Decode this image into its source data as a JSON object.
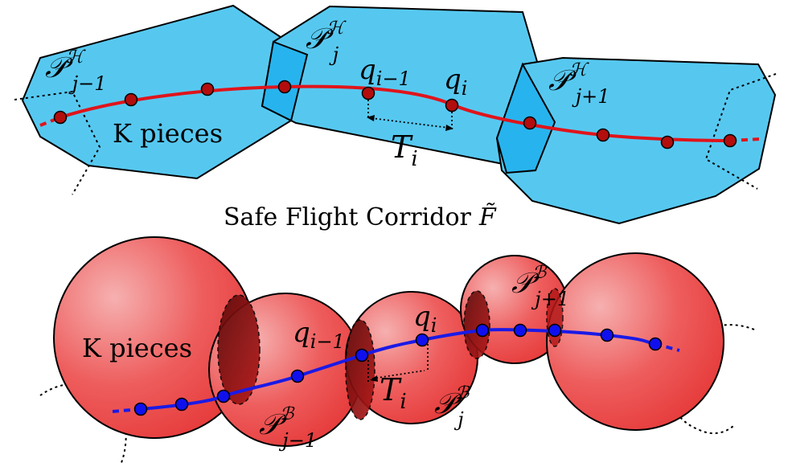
{
  "top_panel": {
    "corridor_caption": "Safe Flight Corridor",
    "corridor_symbol": "F̃",
    "k_pieces": "K pieces",
    "polytope_labels": [
      {
        "base": "𝒫",
        "sup": "ℋ",
        "sub": "j−1"
      },
      {
        "base": "𝒫",
        "sup": "ℋ",
        "sub": "j"
      },
      {
        "base": "𝒫",
        "sup": "ℋ",
        "sub": "j+1"
      }
    ],
    "q_labels": [
      {
        "base": "q",
        "sub": "i−1"
      },
      {
        "base": "q",
        "sub": "i"
      }
    ],
    "t_label": {
      "base": "T",
      "sub": "i"
    }
  },
  "bottom_panel": {
    "k_pieces": "K pieces",
    "ball_labels": [
      {
        "base": "𝒫",
        "sup": "ℬ",
        "sub": "j−1"
      },
      {
        "base": "𝒫",
        "sup": "ℬ",
        "sub": "j"
      },
      {
        "base": "𝒫",
        "sup": "ℬ",
        "sub": "j+1"
      }
    ],
    "q_labels": [
      {
        "base": "q",
        "sub": "i−1"
      },
      {
        "base": "q",
        "sub": "i"
      }
    ],
    "t_label": {
      "base": "T",
      "sub": "i"
    }
  },
  "colors": {
    "polytope_fill": "#56c8f0",
    "polytope_overlap": "#27b4ee",
    "trajectory_top": "#e0141b",
    "waypoint_top": "#b30d0d",
    "ball_fill": "#ef4f4f",
    "ball_overlap": "#7a1212",
    "trajectory_bottom": "#1a1ae6",
    "waypoint_bottom": "#1010ee"
  }
}
